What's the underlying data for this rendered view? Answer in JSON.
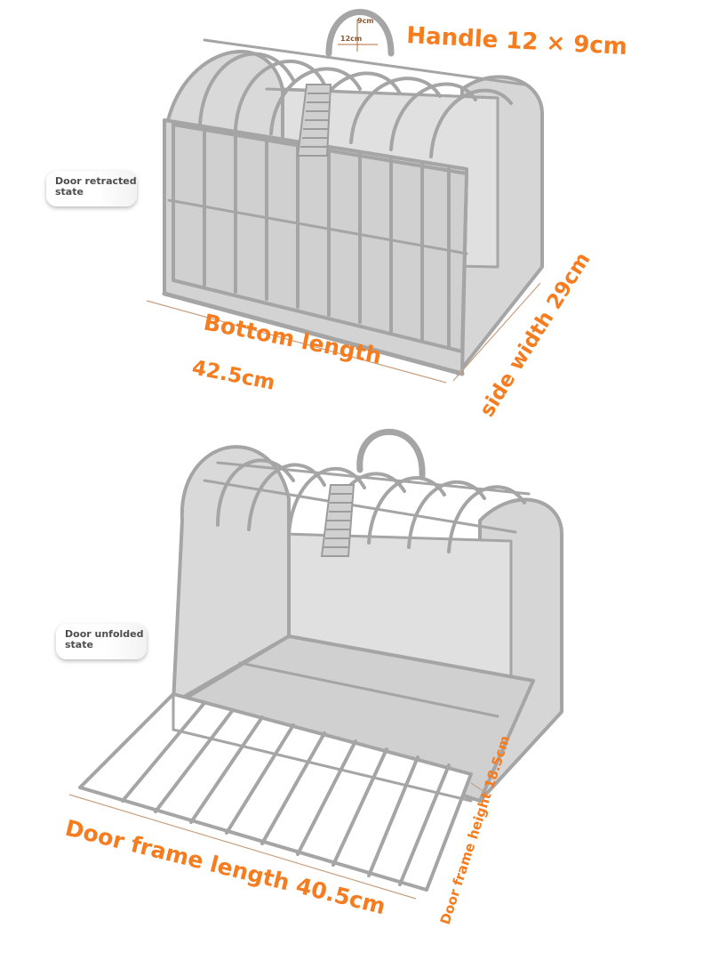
{
  "colors": {
    "accent": "#f57c1f",
    "cage_fill": "#d9d9d9",
    "wire": "#a5a5a5",
    "tag_text": "#4d4d4d"
  },
  "top": {
    "handle_label": "Handle 12 × 9cm",
    "handle_height": "9cm",
    "handle_width": "12cm",
    "bottom_length_label": "Bottom length",
    "bottom_length_value": "42.5cm",
    "side_width_label": "side width 29cm",
    "state_tag_line1": "Door retracted",
    "state_tag_line2": "state"
  },
  "bottom": {
    "state_tag_line1": "Door unfolded",
    "state_tag_line2": "state",
    "door_length_label": "Door frame length 40.5cm",
    "door_height_label": "Door frame height 18.5cm"
  }
}
